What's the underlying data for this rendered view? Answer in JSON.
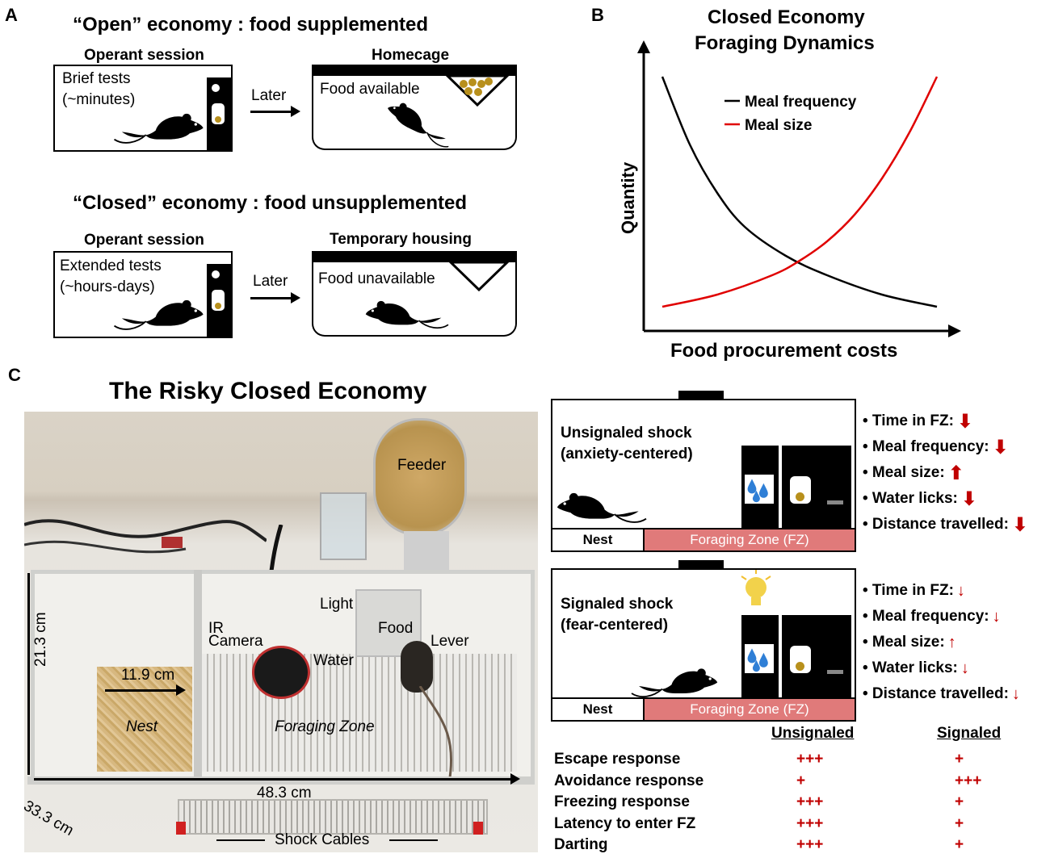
{
  "panel_a": {
    "label": "A",
    "open": {
      "title": "“Open” economy : food supplemented",
      "operant_title": "Operant session",
      "operant_text_1": "Brief tests",
      "operant_text_2": "(~minutes)",
      "later": "Later",
      "cage_title": "Homecage",
      "cage_text": "Food available"
    },
    "closed": {
      "title": "“Closed” economy : food unsupplemented",
      "operant_title": "Operant session",
      "operant_text_1": "Extended tests",
      "operant_text_2": "(~hours-days)",
      "later": "Later",
      "cage_title": "Temporary housing",
      "cage_text": "Food unavailable"
    }
  },
  "panel_b": {
    "label": "B",
    "title_line1": "Closed Economy",
    "title_line2": "Foraging Dynamics",
    "chart_data": {
      "type": "line",
      "title": "Closed Economy Foraging Dynamics",
      "xlabel": "Food procurement costs",
      "ylabel": "Quantity",
      "legend_position": "top-right",
      "grid": false,
      "series": [
        {
          "name": "Meal frequency",
          "color": "#000000",
          "trend": "decreasing",
          "x": [
            0.0,
            0.1,
            0.2,
            0.3,
            0.45,
            0.6,
            0.8,
            1.0
          ],
          "y": [
            1.0,
            0.72,
            0.52,
            0.38,
            0.26,
            0.18,
            0.1,
            0.05
          ]
        },
        {
          "name": "Meal size",
          "color": "#e00000",
          "trend": "increasing",
          "x": [
            0.0,
            0.2,
            0.4,
            0.5,
            0.6,
            0.7,
            0.8,
            0.9,
            1.0
          ],
          "y": [
            0.05,
            0.1,
            0.18,
            0.24,
            0.32,
            0.43,
            0.58,
            0.77,
            1.0
          ]
        }
      ]
    }
  },
  "panel_c": {
    "label": "C",
    "title": "The Risky Closed Economy",
    "photo": {
      "feeder": "Feeder",
      "light": "Light",
      "food": "Food",
      "lever": "Lever",
      "ir": "IR",
      "camera": "Camera",
      "water": "Water",
      "dim_width_nest": "11.9 cm",
      "nest": "Nest",
      "foraging_zone": "Foraging Zone",
      "dim_height": "21.3 cm",
      "dim_length": "48.3 cm",
      "dim_depth": "33.3 cm",
      "shock_cables": "Shock Cables"
    },
    "unsignaled": {
      "title_1": "Unsignaled shock",
      "title_2": "(anxiety-centered)",
      "nest": "Nest",
      "zone": "Foraging Zone (FZ)",
      "measures": [
        {
          "label": "Time in FZ:",
          "dir": "down"
        },
        {
          "label": "Meal frequency:",
          "dir": "down"
        },
        {
          "label": "Meal size:",
          "dir": "up"
        },
        {
          "label": "Water licks:",
          "dir": "down"
        },
        {
          "label": "Distance travelled:",
          "dir": "down"
        }
      ]
    },
    "signaled": {
      "title_1": "Signaled shock",
      "title_2": "(fear-centered)",
      "nest": "Nest",
      "zone": "Foraging Zone (FZ)",
      "measures": [
        {
          "label": "Time in FZ:",
          "dir": "down"
        },
        {
          "label": "Meal frequency:",
          "dir": "down"
        },
        {
          "label": "Meal size:",
          "dir": "up"
        },
        {
          "label": "Water licks:",
          "dir": "down"
        },
        {
          "label": "Distance travelled:",
          "dir": "down"
        }
      ]
    },
    "table": {
      "col_1": "Unsignaled",
      "col_2": "Signaled",
      "rows": [
        {
          "label": "Escape response",
          "unsignaled": "+++",
          "signaled": "+"
        },
        {
          "label": "Avoidance response",
          "unsignaled": "+",
          "signaled": "+++"
        },
        {
          "label": "Freezing response",
          "unsignaled": "+++",
          "signaled": "+"
        },
        {
          "label": "Latency to enter FZ",
          "unsignaled": "+++",
          "signaled": "+"
        },
        {
          "label": "Darting",
          "unsignaled": "+++",
          "signaled": "+"
        }
      ]
    }
  },
  "colors": {
    "accent_red": "#c00000",
    "zone_red": "#e07a7a",
    "pellet": "#b8901c",
    "water_blue": "#2f7fd6"
  }
}
